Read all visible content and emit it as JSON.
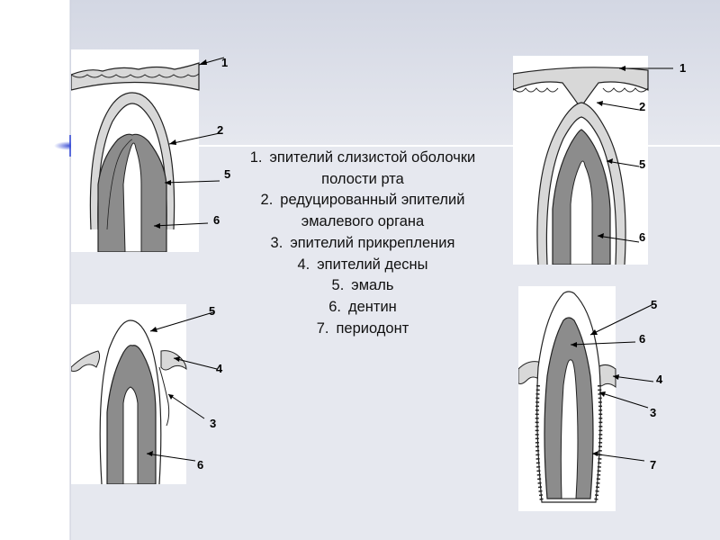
{
  "legend": {
    "items": [
      {
        "num": "1.",
        "text": "эпителий слизистой оболочки полости рта"
      },
      {
        "num": "2.",
        "text": "редуцированный эпителий эмалевого органа"
      },
      {
        "num": "3.",
        "text": "эпителий прикрепления"
      },
      {
        "num": "4.",
        "text": "эпителий десны"
      },
      {
        "num": "5.",
        "text": "эмаль"
      },
      {
        "num": "6.",
        "text": "дентин"
      },
      {
        "num": "7.",
        "text": "периодонт"
      }
    ]
  },
  "figures": {
    "fig1": {
      "labels": [
        "1",
        "2",
        "5",
        "6"
      ]
    },
    "fig2": {
      "labels": [
        "1",
        "2",
        "5",
        "6"
      ]
    },
    "fig3": {
      "labels": [
        "5",
        "4",
        "3",
        "6"
      ]
    },
    "fig4": {
      "labels": [
        "5",
        "6",
        "4",
        "3",
        "7"
      ]
    }
  },
  "colors": {
    "background_band": "#d6dae6",
    "background_lower": "#e4e7ef",
    "dentin": "#8c8c8c",
    "enamel_layer": "#d8d8d8"
  }
}
